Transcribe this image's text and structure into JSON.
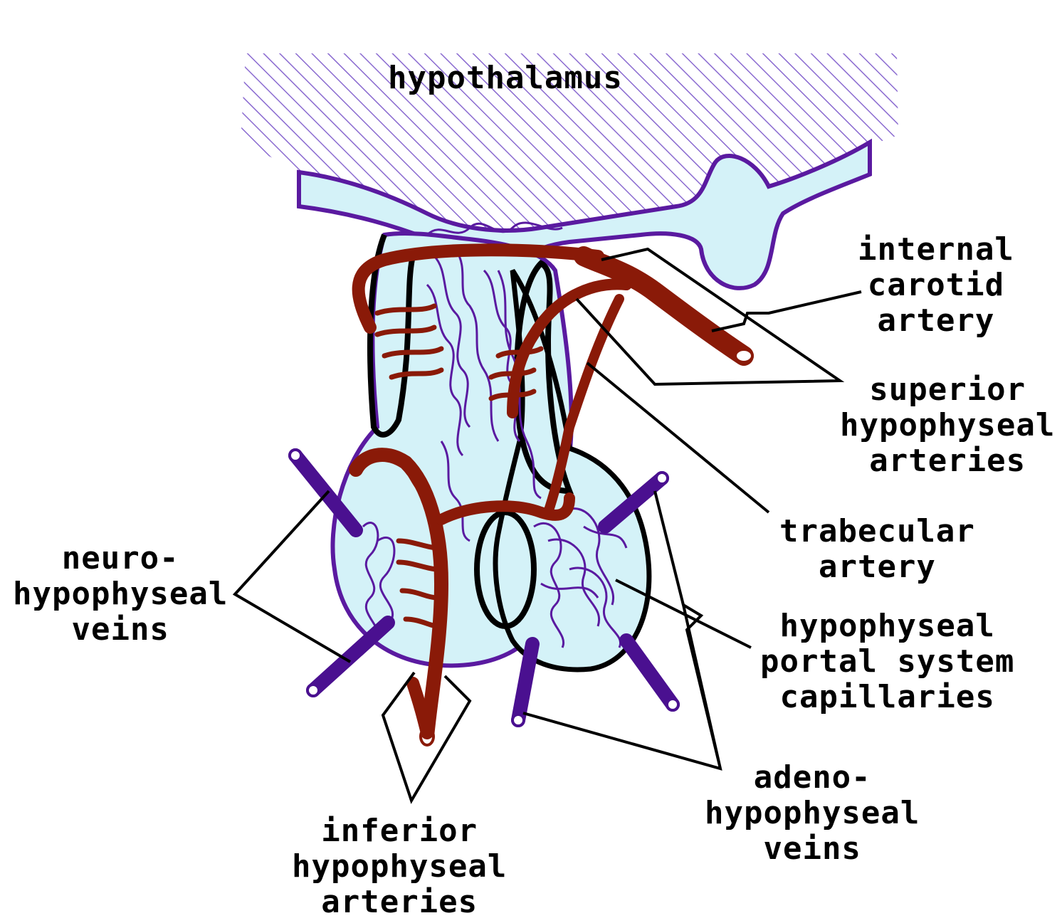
{
  "labels": {
    "hypothalamus": "hypothalamus",
    "internal_carotid": [
      "internal",
      "carotid",
      "artery"
    ],
    "superior_hypophyseal": [
      "superior",
      "hypophyseal",
      "arteries"
    ],
    "trabecular": [
      "trabecular",
      "artery"
    ],
    "portal_capillaries": [
      "hypophyseal",
      "portal system",
      "capillaries"
    ],
    "neuro_veins": [
      "neuro-",
      "hypophyseal",
      "veins"
    ],
    "adeno_veins": [
      "adeno-",
      "hypophyseal",
      "veins"
    ],
    "inferior_hypophyseal": [
      "inferior",
      "hypophyseal",
      "arteries"
    ]
  },
  "colors": {
    "hatch": "#8a6ad0",
    "pituitary_fill": "#d4f2f8",
    "outline_purple": "#5a1aa0",
    "artery_red": "#8a1a08",
    "vein_purple": "#4a1090",
    "outline_black": "#000000"
  }
}
